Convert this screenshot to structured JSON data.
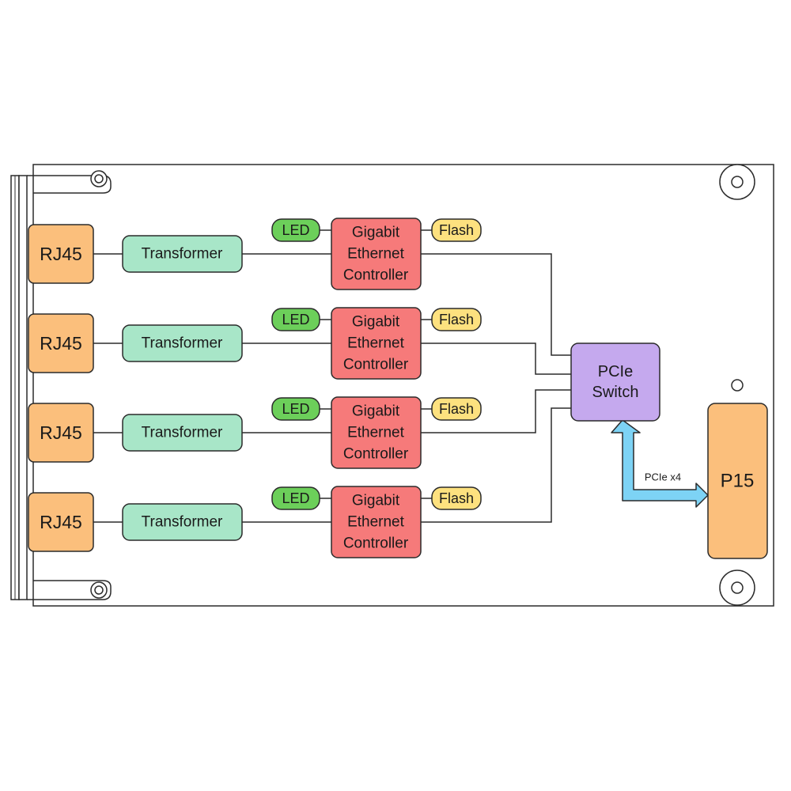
{
  "colors": {
    "rj45": "#fbbf7c",
    "transformer": "#a8e6c8",
    "led": "#6ccf5a",
    "controller": "#f67a7a",
    "flash": "#fde17f",
    "switch": "#c5a9ee",
    "connector": "#fbbf7c",
    "pcie_arrow": "#7dd3f5",
    "stroke": "#2b2b2b"
  },
  "channels": [
    {
      "rj45": "RJ45",
      "transformer": "Transformer",
      "led": "LED",
      "controller": [
        "Gigabit",
        "Ethernet",
        "Controller"
      ],
      "flash": "Flash"
    },
    {
      "rj45": "RJ45",
      "transformer": "Transformer",
      "led": "LED",
      "controller": [
        "Gigabit",
        "Ethernet",
        "Controller"
      ],
      "flash": "Flash"
    },
    {
      "rj45": "RJ45",
      "transformer": "Transformer",
      "led": "LED",
      "controller": [
        "Gigabit",
        "Ethernet",
        "Controller"
      ],
      "flash": "Flash"
    },
    {
      "rj45": "RJ45",
      "transformer": "Transformer",
      "led": "LED",
      "controller": [
        "Gigabit",
        "Ethernet",
        "Controller"
      ],
      "flash": "Flash"
    }
  ],
  "pcie_switch": {
    "line1": "PCIe",
    "line2": "Switch"
  },
  "connector": {
    "label": "P15"
  },
  "link": {
    "label": "PCIe x4"
  }
}
